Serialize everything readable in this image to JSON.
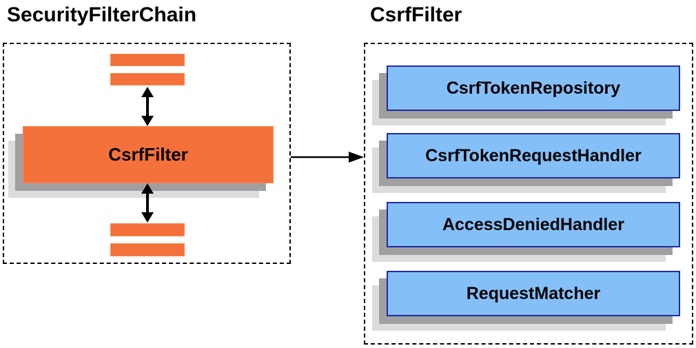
{
  "security_filter_chain": {
    "title": "SecurityFilterChain",
    "filter_label": "CsrfFilter"
  },
  "csrf_panel": {
    "title": "CsrfFilter",
    "components": [
      {
        "label": "CsrfTokenRepository"
      },
      {
        "label": "CsrfTokenRequestHandler"
      },
      {
        "label": "AccessDeniedHandler"
      },
      {
        "label": "RequestMatcher"
      }
    ]
  },
  "colors": {
    "background": "#FFFFFF",
    "text": "#000000",
    "orange": "#F4713C",
    "orange_border": "#F58A55",
    "blue": "#85BFF8",
    "blue_border": "#1F2BA5",
    "shadow_dark": "#A0A0A0",
    "shadow_light": "#DCDCDC"
  }
}
